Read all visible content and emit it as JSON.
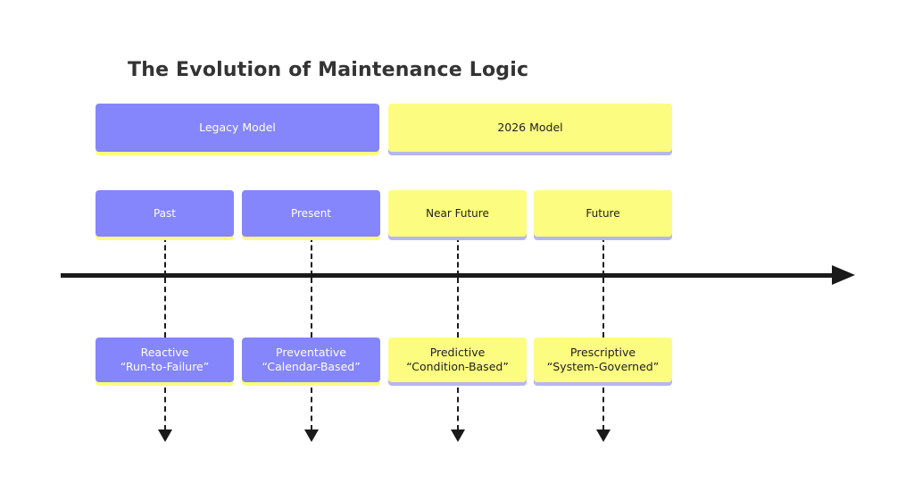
{
  "diagram": {
    "title": "The Evolution of Maintenance Logic",
    "colors": {
      "purple": "#8585FC",
      "yellow": "#FCFC80",
      "purple_shadow": "#B6B6F0",
      "yellow_shadow": "#FCFC80",
      "axis": "#1A1A1A",
      "title_text": "#333333"
    },
    "era_band": [
      {
        "label": "Legacy Model",
        "theme": "purple"
      },
      {
        "label": "2026 Model",
        "theme": "yellow"
      }
    ],
    "time_band": [
      {
        "label": "Past",
        "theme": "purple"
      },
      {
        "label": "Present",
        "theme": "purple"
      },
      {
        "label": "Near Future",
        "theme": "yellow"
      },
      {
        "label": "Future",
        "theme": "yellow"
      }
    ],
    "strategy_band": [
      {
        "label": "Reactive\n“Run-to-Failure”",
        "theme": "purple"
      },
      {
        "label": "Preventative\n“Calendar-Based”",
        "theme": "purple"
      },
      {
        "label": "Predictive\n“Condition-Based”",
        "theme": "yellow"
      },
      {
        "label": "Prescriptive\n“System-Governed”",
        "theme": "yellow"
      }
    ],
    "axis": {
      "name": "timeline-axis",
      "direction": "left-to-right",
      "arrow": "arrow-right"
    }
  }
}
